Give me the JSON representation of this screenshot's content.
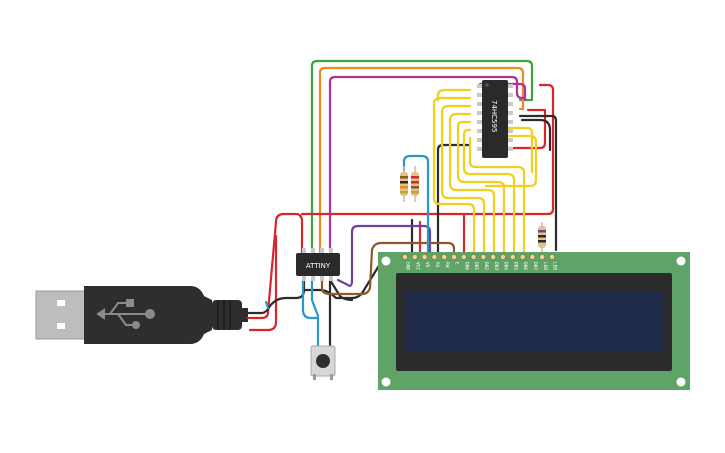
{
  "components": {
    "shift_register": {
      "label": "74HC595"
    },
    "microcontroller": {
      "label": "ATTINY"
    },
    "lcd": {
      "pin_labels": [
        "GND",
        "VCC",
        "V0",
        "RS",
        "RW",
        "E",
        "DB0",
        "DB1",
        "DB2",
        "DB3",
        "DB4",
        "DB5",
        "DB6",
        "DB7",
        "LED",
        "LED"
      ]
    }
  },
  "colors": {
    "wire_red": "#d9262b",
    "wire_black": "#2b2b2b",
    "wire_yellow": "#f2cf1d",
    "wire_green": "#3aa53a",
    "wire_orange": "#ef8a1c",
    "wire_magenta": "#b2309a",
    "wire_blue": "#2a97c9",
    "wire_purple": "#6d3fa0",
    "wire_brown": "#8b5a2b",
    "lcd_board": "#5fa466",
    "lcd_screen": "#1f2b48",
    "chip_body": "#2a2a2a"
  }
}
